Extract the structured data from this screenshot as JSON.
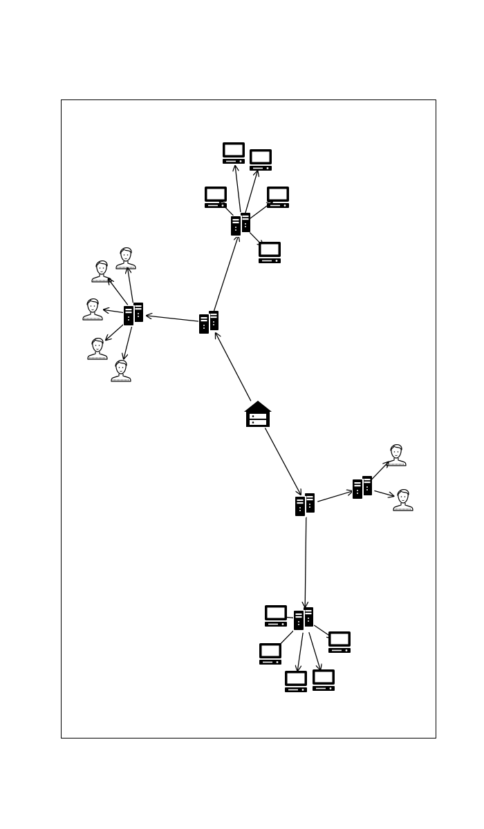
{
  "diagram": {
    "nodes": [
      {
        "id": "root",
        "icon": "house-server-icon"
      },
      {
        "id": "srv-mid",
        "icon": "server-pair-icon"
      },
      {
        "id": "srv-top",
        "icon": "server-pair-icon"
      },
      {
        "id": "srv-left",
        "icon": "server-pair-icon"
      },
      {
        "id": "srv-lower",
        "icon": "server-pair-icon"
      },
      {
        "id": "srv-right",
        "icon": "server-pair-icon"
      },
      {
        "id": "srv-bottom",
        "icon": "server-pair-icon"
      },
      {
        "id": "pc-top-1",
        "icon": "desktop-computer-icon"
      },
      {
        "id": "pc-top-2",
        "icon": "desktop-computer-icon"
      },
      {
        "id": "pc-top-3",
        "icon": "desktop-computer-icon"
      },
      {
        "id": "pc-top-4",
        "icon": "desktop-computer-icon"
      },
      {
        "id": "pc-top-5",
        "icon": "desktop-computer-icon"
      },
      {
        "id": "user-left-1",
        "icon": "user-icon"
      },
      {
        "id": "user-left-2",
        "icon": "user-icon"
      },
      {
        "id": "user-left-3",
        "icon": "user-icon"
      },
      {
        "id": "user-left-4",
        "icon": "user-icon"
      },
      {
        "id": "user-left-5",
        "icon": "user-icon"
      },
      {
        "id": "user-right-1",
        "icon": "user-icon"
      },
      {
        "id": "user-right-2",
        "icon": "user-icon"
      },
      {
        "id": "pc-bottom-1",
        "icon": "desktop-computer-icon"
      },
      {
        "id": "pc-bottom-2",
        "icon": "desktop-computer-icon"
      },
      {
        "id": "pc-bottom-3",
        "icon": "desktop-computer-icon"
      },
      {
        "id": "pc-bottom-4",
        "icon": "desktop-computer-icon"
      },
      {
        "id": "pc-bottom-5",
        "icon": "desktop-computer-icon"
      }
    ],
    "edges": [
      [
        "root",
        "srv-mid"
      ],
      [
        "root",
        "srv-lower"
      ],
      [
        "srv-mid",
        "srv-top"
      ],
      [
        "srv-mid",
        "srv-left"
      ],
      [
        "srv-top",
        "pc-top-1"
      ],
      [
        "srv-top",
        "pc-top-2"
      ],
      [
        "srv-top",
        "pc-top-3"
      ],
      [
        "srv-top",
        "pc-top-4"
      ],
      [
        "srv-top",
        "pc-top-5"
      ],
      [
        "srv-left",
        "user-left-1"
      ],
      [
        "srv-left",
        "user-left-2"
      ],
      [
        "srv-left",
        "user-left-3"
      ],
      [
        "srv-left",
        "user-left-4"
      ],
      [
        "srv-left",
        "user-left-5"
      ],
      [
        "srv-lower",
        "srv-right"
      ],
      [
        "srv-lower",
        "srv-bottom"
      ],
      [
        "srv-right",
        "user-right-1"
      ],
      [
        "srv-right",
        "user-right-2"
      ],
      [
        "srv-bottom",
        "pc-bottom-1"
      ],
      [
        "srv-bottom",
        "pc-bottom-2"
      ],
      [
        "srv-bottom",
        "pc-bottom-3"
      ],
      [
        "srv-bottom",
        "pc-bottom-4"
      ],
      [
        "srv-bottom",
        "pc-bottom-5"
      ]
    ],
    "colors": {
      "stroke": "#000000",
      "icon_fill": "#000000",
      "background": "#ffffff"
    }
  }
}
